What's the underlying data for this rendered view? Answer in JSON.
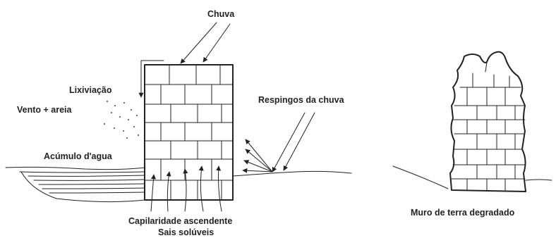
{
  "labels": {
    "rain": "Chuva",
    "leaching": "Lixiviação",
    "wind_sand": "Vento + areia",
    "rain_splash": "Respingos da chuva",
    "water_accumulation": "Acúmulo d'agua",
    "capillarity": "Capilaridade ascendente",
    "soluble_salts": "Sais solúveis",
    "degraded_wall": "Muro de terra degradado"
  }
}
